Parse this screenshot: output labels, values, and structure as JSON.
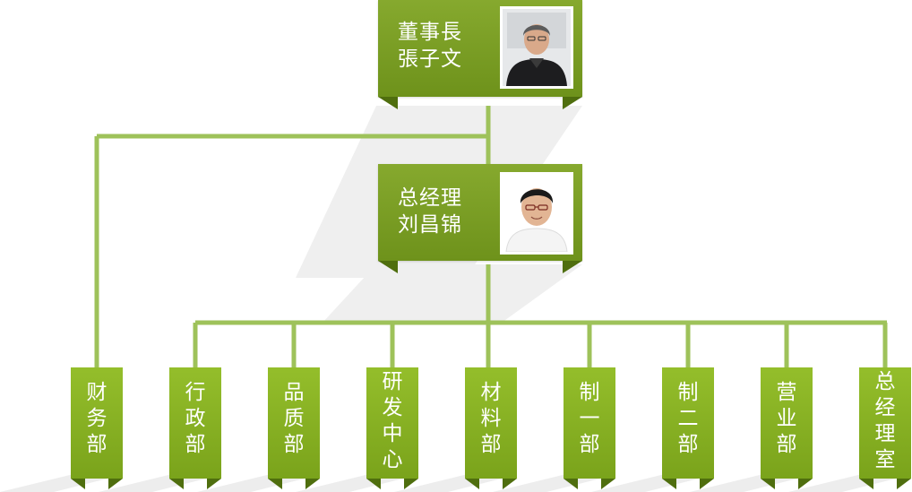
{
  "org_chart": {
    "chairman": {
      "title": "董事長",
      "name": "張子文",
      "photo_icon": "chairman-portrait-icon"
    },
    "general_manager": {
      "title": "总经理",
      "name": "刘昌锦",
      "photo_icon": "manager-portrait-icon"
    },
    "departments": [
      {
        "id": "finance",
        "label": "财务部"
      },
      {
        "id": "administration",
        "label": "行政部"
      },
      {
        "id": "quality",
        "label": "品质部"
      },
      {
        "id": "rd-center",
        "label": "研发中心"
      },
      {
        "id": "materials",
        "label": "材料部"
      },
      {
        "id": "manufacturing-1",
        "label": "制一部"
      },
      {
        "id": "manufacturing-2",
        "label": "制二部"
      },
      {
        "id": "sales",
        "label": "营业部"
      },
      {
        "id": "general-office",
        "label": "总经理室"
      }
    ]
  },
  "colors": {
    "card_green": "#7a9f21",
    "dept_green": "#86b024",
    "fold_green": "#4f6e0e",
    "connector_green": "#9ec25a",
    "shadow_grey": "#ececec"
  }
}
